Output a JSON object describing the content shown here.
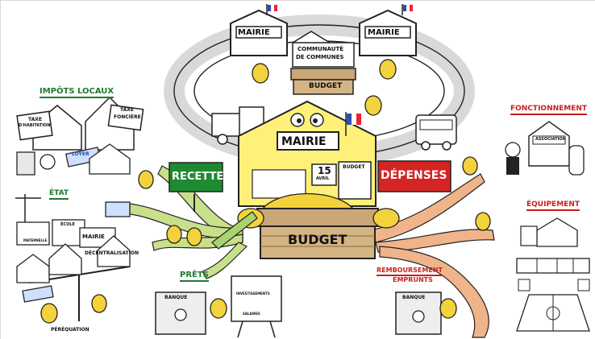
{
  "labels": {
    "mairie_top_left": "MAIRIE",
    "mairie_top_right": "MAIRIE",
    "communaute_line1": "COMMUNAUTÉ",
    "communaute_line2": "DE COMMUNES",
    "budget_top": "BUDGET",
    "mairie_center": "MAIRIE",
    "recettes": "RECETTES",
    "depenses": "DÉPENSES",
    "budget_center": "BUDGET",
    "calendar_day": "15",
    "calendar_month": "AVRIL",
    "budget_sign": "BUDGET",
    "impots_locaux": "IMPÔTS LOCAUX",
    "taxe_habitation_1": "TAXE",
    "taxe_habitation_2": "D'HABITATION",
    "taxe_fonciere_1": "TAXE",
    "taxe_fonciere_2": "FONCIÈRE",
    "loyer": "LOYER",
    "etat": "ÉTAT",
    "maternelle": "MATERNELLE",
    "ecole": "ÉCOLE",
    "mairie_etat": "MAIRIE",
    "decentralisation": "DÉCENTRALISATION",
    "perequation": "PÉRÉQUATION",
    "prets": "PRÊTS",
    "banque_left": "BANQUE",
    "investissements": "INVESTISSEMENTS",
    "salaires": "SALAIRES",
    "fonctionnement": "FONCTIONNEMENT",
    "association": "ASSOCIATION",
    "equipement": "ÉQUIPEMENT",
    "remboursement_1": "REMBOURSEMENT",
    "remboursement_2": "EMPRUNTS",
    "banque_right": "BANQUE"
  },
  "colors": {
    "house_yellow": "#fff07a",
    "green_sign": "#1e8a32",
    "red_sign": "#d42424",
    "root_green": "#c9e08a",
    "root_orange": "#f0b48a",
    "basket": "#c9a777",
    "road": "#dcdcdc",
    "bag": "#f4d23c"
  },
  "icons": [
    "flag-icon",
    "money-bag-icon",
    "truck-icon",
    "bus-icon",
    "safe-icon",
    "calculator-icon"
  ]
}
